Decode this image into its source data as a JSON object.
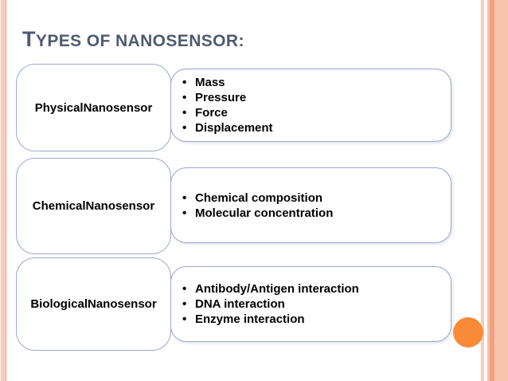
{
  "slide": {
    "title": "Types of nanosensor:",
    "rows": [
      {
        "label": "PhysicalNanosensor",
        "bullets": [
          "Mass",
          "Pressure",
          "Force",
          "Displacement"
        ]
      },
      {
        "label": "ChemicalNanosensor",
        "bullets": [
          "Chemical composition",
          "Molecular concentration"
        ]
      },
      {
        "label": "BiologicalNanosensor",
        "bullets": [
          "Antibody/Antigen interaction",
          "DNA interaction",
          "Enzyme interaction"
        ]
      }
    ],
    "colors": {
      "title_text": "#4f5b6e",
      "box_border": "#9ba7d2",
      "bullet_text": "#000000",
      "accent_circle": "#f98b38",
      "edge_stripe_light": "#f7cdbc",
      "edge_stripe_dark": "#efa181"
    }
  }
}
